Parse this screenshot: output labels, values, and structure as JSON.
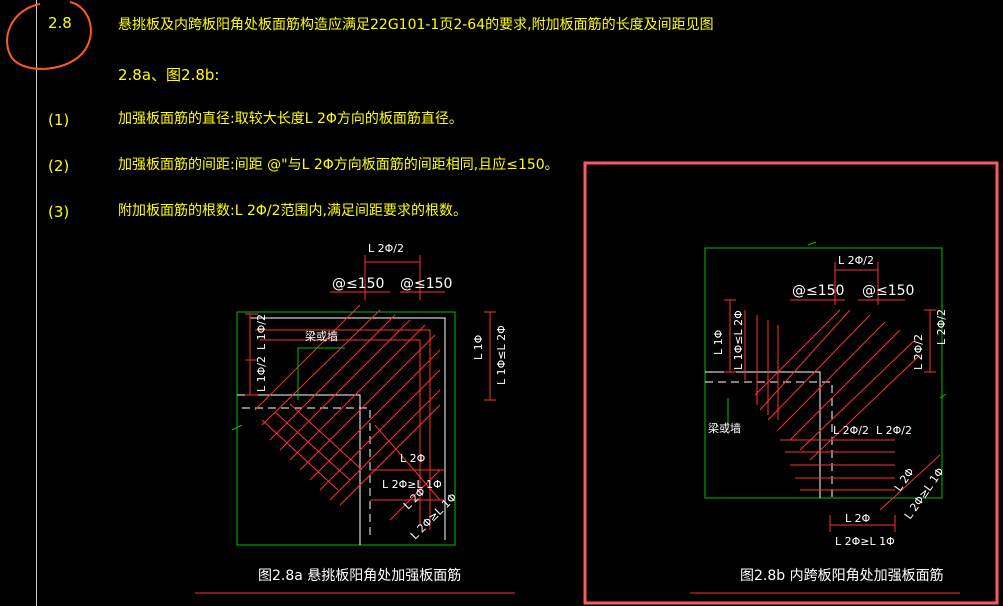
{
  "section": {
    "number": "2.8",
    "title": "悬挑板及内跨板阳角处板面筋构造应满足22G101-1页2-64的要求,附加板面筋的长度及间距见图",
    "subtitle": "2.8a、图2.8b:"
  },
  "items": [
    {
      "num": "(1)",
      "text": "加强板面筋的直径:取较大长度L 2Φ方向的板面筋直径。"
    },
    {
      "num": "(2)",
      "text": "加强板面筋的间距:间距 @\"与L 2Φ方向板面筋的间距相同,且应≤150。"
    },
    {
      "num": "(3)",
      "text": "附加板面筋的根数:L 2Φ/2范围内,满足间距要求的根数。"
    }
  ],
  "fig_a": {
    "caption": "图2.8a 悬挑板阳角处加强板面筋",
    "labels": {
      "top_dim": "L 2Φ/2",
      "spacing_left": "@≤150",
      "spacing_right": "@≤150",
      "left_dim_top": "L 1Φ/2",
      "left_dim_bottom": "L 1Φ/2",
      "right_dim": "L 1Φ≤L 2Φ",
      "beam_wall": "梁或墙",
      "bottom_l2": "L 2Φ",
      "bottom_cond": "L 2Φ≥L 1Φ",
      "diag_l2": "L 2Φ",
      "diag_cond": "L 2Φ≥L 1Φ"
    }
  },
  "fig_b": {
    "caption": "图2.8b 内跨板阳角处加强板面筋",
    "labels": {
      "top_dim": "L 2Φ/2",
      "spacing_left": "@≤150",
      "spacing_right": "@≤150",
      "left_dim_a": "L 1Φ",
      "left_dim_b": "L 1Φ≤L 2Φ",
      "right_dim_a": "L 2Φ/2",
      "right_dim_b": "L 2Φ/2",
      "beam_wall": "梁或墙",
      "mid_left": "L 2Φ/2",
      "mid_right": "L 2Φ/2",
      "bottom_l2": "L 2Φ",
      "bottom_cond": "L 2Φ≥L 1Φ",
      "diag_l2": "L 2Φ",
      "diag_cond": "L 2Φ≥L 1Φ"
    }
  },
  "colors": {
    "text_yellow": "#ffff00",
    "rebar_red": "#ff3030",
    "outline_green": "#00c000",
    "highlight_box": "#ff5a5a",
    "annotation_orange": "#ff5a1e"
  }
}
